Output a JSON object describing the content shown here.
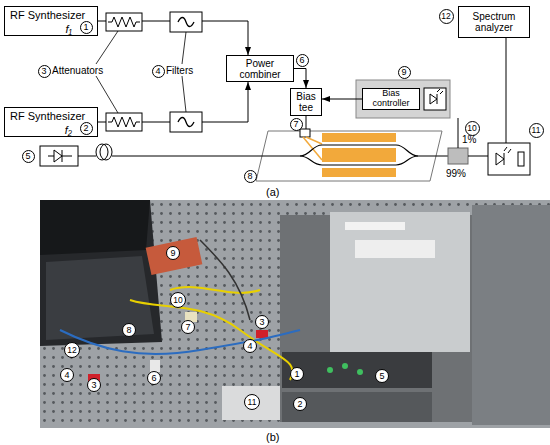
{
  "diagram": {
    "nodes": [
      {
        "text": [
          "RF Synthesizer",
          "f₁"
        ]
      },
      {
        "text": [
          "Spectrum analyzer"
        ]
      },
      {
        "text": [
          "Power combiner"
        ]
      },
      {
        "text": [
          "Bias tee"
        ]
      },
      {
        "text": [
          "Bias controller"
        ]
      },
      {
        "text": [
          "RF Synthesizer",
          "f₂"
        ]
      }
    ],
    "edges": [
      {
        "from": 0,
        "to": 2,
        "arrow": "to"
      },
      {
        "from": 5,
        "to": 2,
        "arrow": "to"
      },
      {
        "from": 2,
        "to": 3,
        "arrow": "to"
      },
      {
        "from": 4,
        "to": 3,
        "arrow": "to"
      }
    ],
    "labels": [
      "1",
      "2",
      "3",
      "Attenuators",
      "4",
      "Filters",
      "6",
      "7",
      "9",
      "12",
      "5",
      "8",
      "10",
      "1%",
      "99%",
      "11",
      "(a)",
      "9",
      "10",
      "8",
      "7",
      "3",
      "4",
      "12",
      "4",
      "3",
      "6",
      "11",
      "1",
      "2",
      "5",
      "(b)"
    ]
  }
}
